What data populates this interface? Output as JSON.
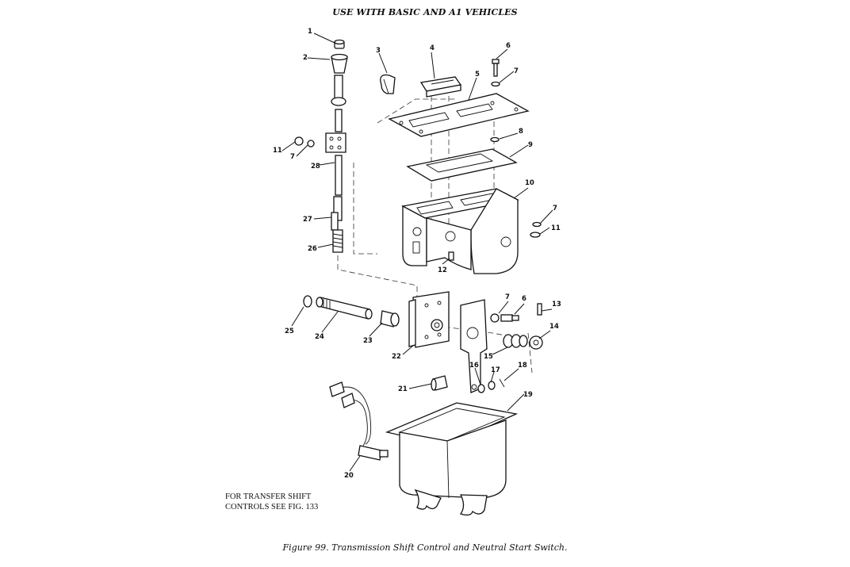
{
  "header": "USE WITH BASIC AND A1 VEHICLES",
  "note": [
    "FOR TRANSFER SHIFT",
    "CONTROLS SEE FIG. 133"
  ],
  "caption": "Figure 99.  Transmission Shift Control and Neutral Start Switch.",
  "callouts": {
    "c1": "1",
    "c2": "2",
    "c3": "3",
    "c4": "4",
    "c5": "5",
    "c6a": "6",
    "c7a": "7",
    "c8": "8",
    "c9": "9",
    "c10": "10",
    "c7b": "7",
    "c11b": "11",
    "c11a": "11",
    "c7c": "7",
    "c28": "28",
    "c27": "27",
    "c26": "26",
    "c12": "12",
    "c7d": "7",
    "c6b": "6",
    "c13": "13",
    "c14": "14",
    "c25": "25",
    "c24": "24",
    "c23": "23",
    "c22": "22",
    "c15": "15",
    "c16": "16",
    "c17": "17",
    "c18": "18",
    "c21": "21",
    "c19": "19",
    "c20": "20"
  }
}
